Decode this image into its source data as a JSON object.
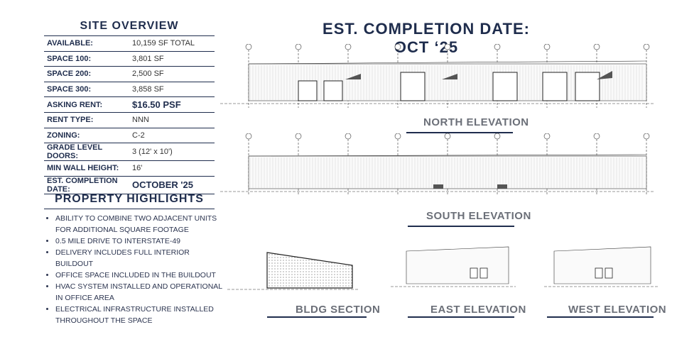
{
  "overview": {
    "title": "SITE OVERVIEW",
    "rows": [
      {
        "label": "AVAILABLE:",
        "value": "10,159 SF TOTAL"
      },
      {
        "label": "SPACE 100:",
        "value": "3,801 SF"
      },
      {
        "label": "SPACE 200:",
        "value": "2,500 SF"
      },
      {
        "label": "SPACE 300:",
        "value": "3,858 SF"
      },
      {
        "label": "ASKING RENT:",
        "value": "$16.50 PSF"
      },
      {
        "label": "RENT TYPE:",
        "value": "NNN"
      },
      {
        "label": "ZONING:",
        "value": "C-2"
      },
      {
        "label": "GRADE LEVEL DOORS:",
        "value": "3 (12' x 10')"
      },
      {
        "label": "MIN WALL HEIGHT:",
        "value": "16'"
      },
      {
        "label": "EST. COMPLETION DATE:",
        "value": "OCTOBER '25"
      }
    ]
  },
  "highlights": {
    "title": "PROPERTY HIGHLIGHTS",
    "items": [
      "ABILITY TO COMBINE TWO ADJACENT UNITS FOR ADDITIONAL SQUARE FOOTAGE",
      "0.5 MILE DRIVE TO INTERSTATE-49",
      "DELIVERY INCLUDES FULL INTERIOR BUILDOUT",
      "OFFICE SPACE INCLUDED IN THE BUILDOUT",
      "HVAC SYSTEM INSTALLED AND OPERATIONAL IN OFFICE AREA",
      "ELECTRICAL INFRASTRUCTURE INSTALLED THROUGHOUT THE SPACE"
    ]
  },
  "completion": {
    "title": "EST. COMPLETION DATE: OCT ‘25"
  },
  "drawings": {
    "north": "NORTH ELEVATION",
    "south": "SOUTH ELEVATION",
    "section": "BLDG SECTION",
    "east": "EAST ELEVATION",
    "west": "WEST ELEVATION"
  },
  "colors": {
    "navy": "#1f2d4d",
    "caption_gray": "#6b6f78"
  }
}
